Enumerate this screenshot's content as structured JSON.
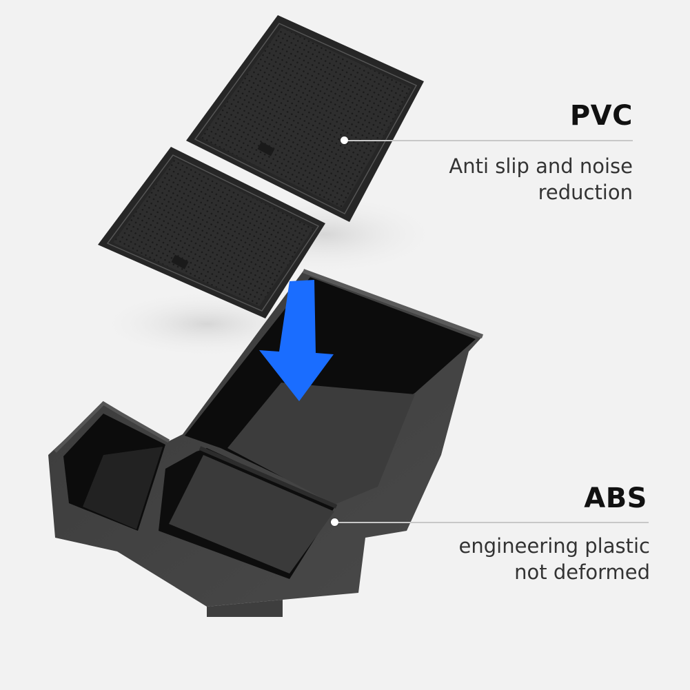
{
  "image": {
    "description": "Product infographic: two black anti-slip PVC mats above a black ABS center console organizer tray with a blue downward arrow",
    "background_color": "#f2f2f2",
    "arrow_color": "#1a6dff"
  },
  "callouts": [
    {
      "id": "pvc",
      "title": "PVC",
      "description_lines": [
        "Anti slip and noise",
        "reduction"
      ],
      "points_to": "mat"
    },
    {
      "id": "abs",
      "title": "ABS",
      "description_lines": [
        "engineering plastic",
        "not deformed"
      ],
      "points_to": "tray"
    }
  ],
  "icons": {
    "arrow": "arrow-down-icon"
  }
}
